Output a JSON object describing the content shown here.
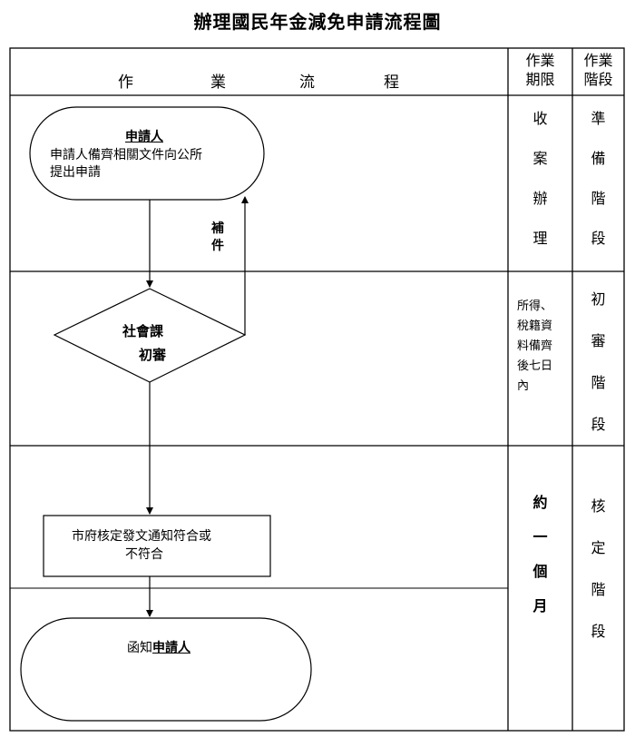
{
  "title": "辦理國民年金減免申請流程圖",
  "header": {
    "flow_chars": [
      "作",
      "業",
      "流",
      "程"
    ],
    "deadline_line1": "作業",
    "deadline_line2": "期限",
    "stage_line1": "作業",
    "stage_line2": "階段"
  },
  "flow": {
    "applicant_title": "申請人",
    "applicant_line1": "申請人備齊相關文件向公所",
    "applicant_line2": "提出申請",
    "supplement": [
      "補",
      "件"
    ],
    "review_line1": "社會課",
    "review_line2": "初審",
    "decision_line1": "市府核定發文通知符合或",
    "decision_line2": "不符合",
    "notify_prefix": "函知",
    "notify_target": "申請人"
  },
  "rows": [
    {
      "deadline": [
        "收",
        "案",
        "辦",
        "理"
      ],
      "stage": [
        "準",
        "備",
        "階",
        "段"
      ]
    },
    {
      "deadline": [
        "所得、",
        "稅籍資",
        "料備齊",
        "後七日",
        "內"
      ],
      "stage": [
        "初",
        "審",
        "階",
        "段"
      ]
    },
    {
      "deadline": [
        "約",
        "一",
        "個",
        "月"
      ],
      "stage": [
        "核",
        "定",
        "階",
        "段"
      ]
    }
  ]
}
